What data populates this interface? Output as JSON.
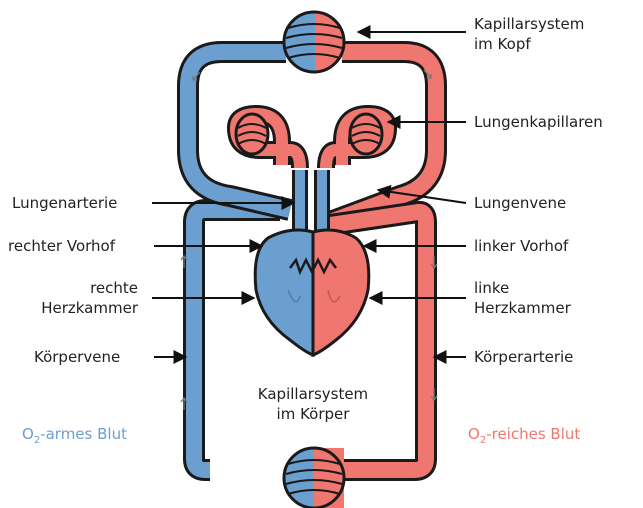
{
  "labels": {
    "kapillar_kopf_1": "Kapillarsystem",
    "kapillar_kopf_2": "im Kopf",
    "lungenkapillaren": "Lungenkapillaren",
    "lungenarterie": "Lungenarterie",
    "lungenvene": "Lungenvene",
    "rechter_vorhof": "rechter Vorhof",
    "linker_vorhof": "linker Vorhof",
    "rechte_1": "rechte",
    "rechte_2": "Herzkammer",
    "linke_1": "linke",
    "linke_2": "Herzkammer",
    "koerpervene": "Körpervene",
    "koerperarterie": "Körperarterie",
    "kapillar_koerper_1": "Kapillarsystem",
    "kapillar_koerper_2": "im Körper",
    "legend_blue_o": "O",
    "legend_blue_sub": "2",
    "legend_blue_rest": "-armes Blut",
    "legend_red_o": "O",
    "legend_red_sub": "2",
    "legend_red_rest": "-reiches Blut"
  },
  "colors": {
    "deoxygenated": "#6b9fd0",
    "oxygenated": "#f0776f",
    "outline": "#1a1a1a"
  }
}
